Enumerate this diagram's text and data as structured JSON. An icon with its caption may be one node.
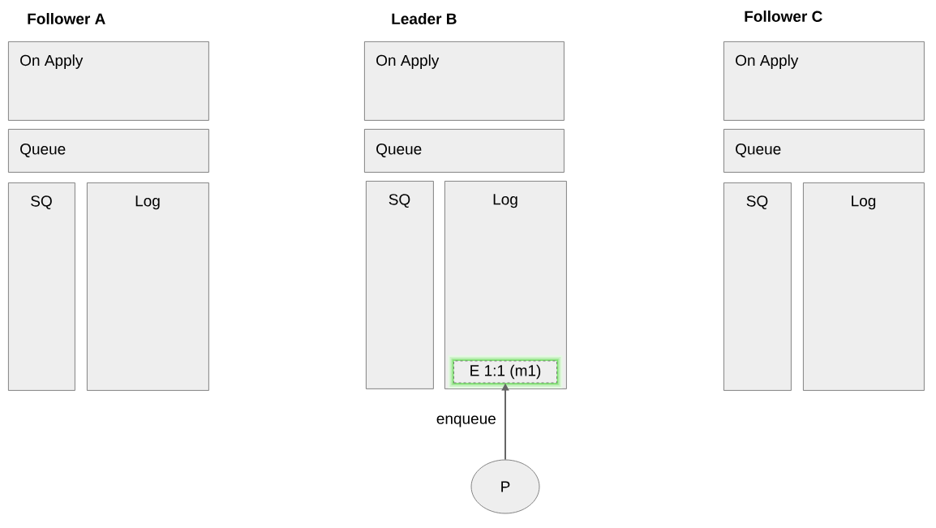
{
  "diagram": {
    "nodes": [
      {
        "text": [
          "On Apply"
        ]
      },
      {
        "text": [
          "Queue"
        ]
      },
      {
        "text": [
          "SQ"
        ]
      },
      {
        "text": [
          "Log"
        ]
      },
      {
        "text": [
          "On Apply"
        ]
      },
      {
        "text": [
          "Queue"
        ]
      },
      {
        "text": [
          "SQ"
        ]
      },
      {
        "text": [
          "Log"
        ]
      },
      {
        "text": [
          "E 1:1 (m1)"
        ],
        "in": 7
      },
      {
        "text": [
          "P"
        ]
      },
      {
        "text": [
          "On Apply"
        ]
      },
      {
        "text": [
          "Queue"
        ]
      },
      {
        "text": [
          "SQ"
        ]
      },
      {
        "text": [
          "Log"
        ]
      }
    ],
    "edges": [
      {
        "from": 9,
        "to": 8,
        "arrow": "to",
        "label": "enqueue"
      }
    ],
    "labels": [
      "Follower A",
      "Leader B",
      "Follower C"
    ]
  }
}
